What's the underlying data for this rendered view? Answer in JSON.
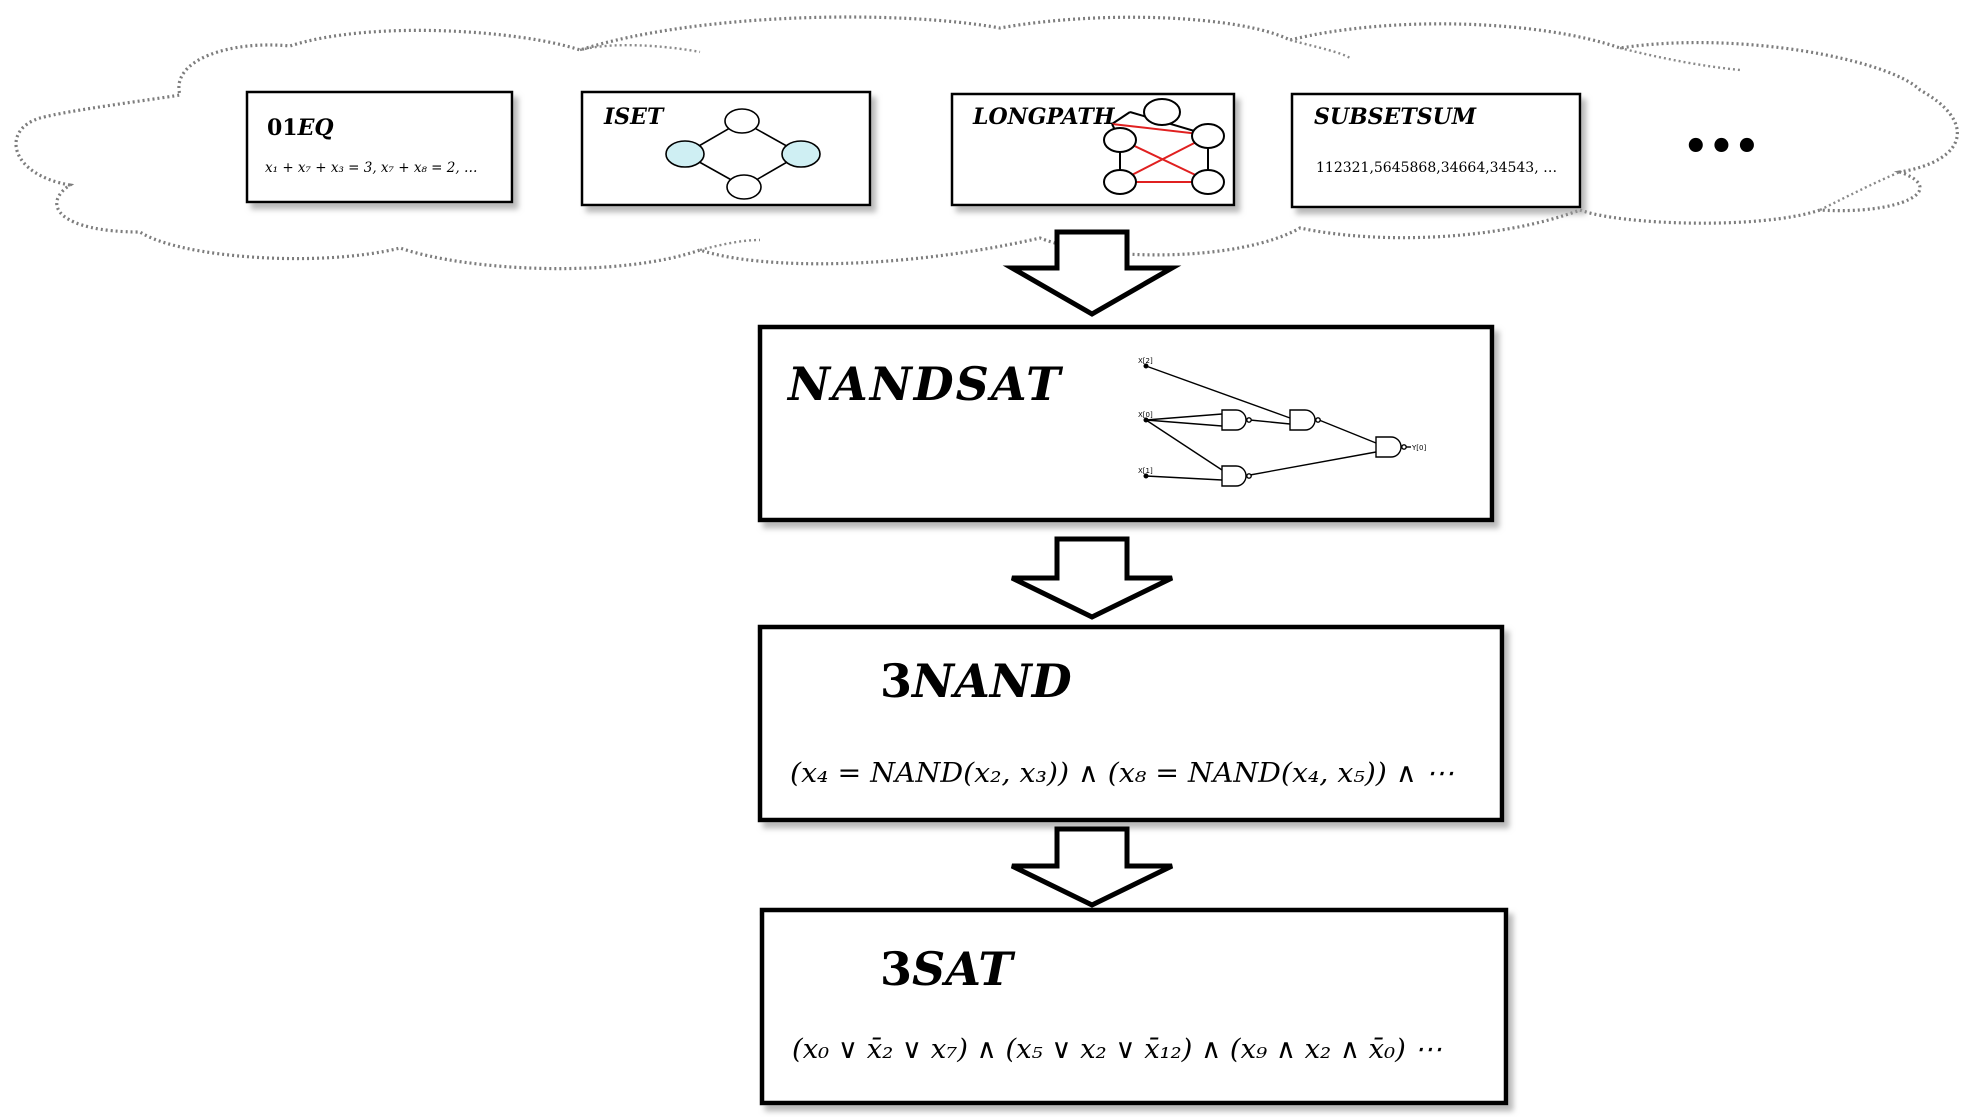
{
  "problems": {
    "eq01": {
      "title_prefix": "01",
      "title_suffix": "EQ",
      "formula": "x₁ + x₇ + x₃ = 3, x₇ + x₈ = 2, …"
    },
    "iset": {
      "title": "ISET"
    },
    "longpath": {
      "title": "LONGPATH"
    },
    "subsetsum": {
      "title": "SUBSETSUM",
      "numbers": "112321,5645868,34664,34543, …"
    },
    "ellipsis": "•••"
  },
  "nandsat": {
    "title": "NANDSAT",
    "circuit_labels": {
      "in_x2": "X[2]",
      "in_x0": "X[0]",
      "in_x1": "X[1]",
      "out_y0": "Y[0]"
    }
  },
  "nand3": {
    "title_num": "3",
    "title_rest": "NAND",
    "formula": "(x₄ = NAND(x₂, x₃)) ∧ (x₈ = NAND(x₄, x₅)) ∧ ⋯"
  },
  "sat3": {
    "title_num": "3",
    "title_rest": "SAT",
    "formula": "(x₀ ∨ x̄₂ ∨ x₇) ∧ (x₅ ∨ x₂ ∨ x̄₁₂) ∧ (x₉ ∧ x₂ ∧ x̄₀) ⋯"
  },
  "colors": {
    "node_fill_highlight": "#cfeff3",
    "path_edge": "#e02020",
    "shadow": "#b0b0b0"
  }
}
